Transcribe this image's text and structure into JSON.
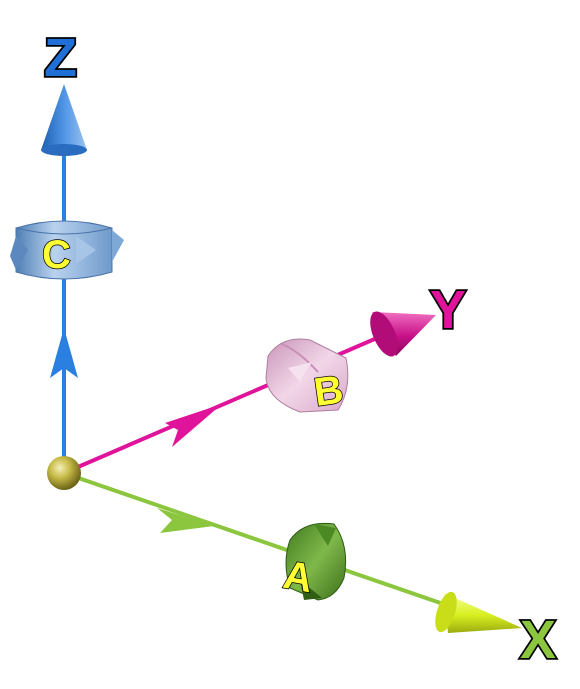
{
  "axes": {
    "z": {
      "label": "Z",
      "color": "#2b7fe0",
      "label_color": "#1f6fd6"
    },
    "y": {
      "label": "Y",
      "color": "#e0149a",
      "label_color": "#e0149a"
    },
    "x": {
      "label": "X",
      "color": "#8cc63f",
      "label_color": "#8cc63f",
      "cone_color": "#e6ff3c"
    }
  },
  "rotations": {
    "c": {
      "label": "C",
      "axis": "Z",
      "band_color": "#8fb4dc"
    },
    "b": {
      "label": "B",
      "axis": "Y",
      "band_color": "#e8b8d8"
    },
    "a": {
      "label": "A",
      "axis": "X",
      "band_color": "#5f9e32"
    }
  },
  "colors": {
    "origin": "#b9ad3a",
    "rotation_label": "#ffff33"
  },
  "icons": [
    "origin-sphere-icon",
    "z-arrow-icon",
    "y-arrow-icon",
    "x-arrow-icon",
    "rotation-c-icon",
    "rotation-b-icon",
    "rotation-a-icon"
  ]
}
